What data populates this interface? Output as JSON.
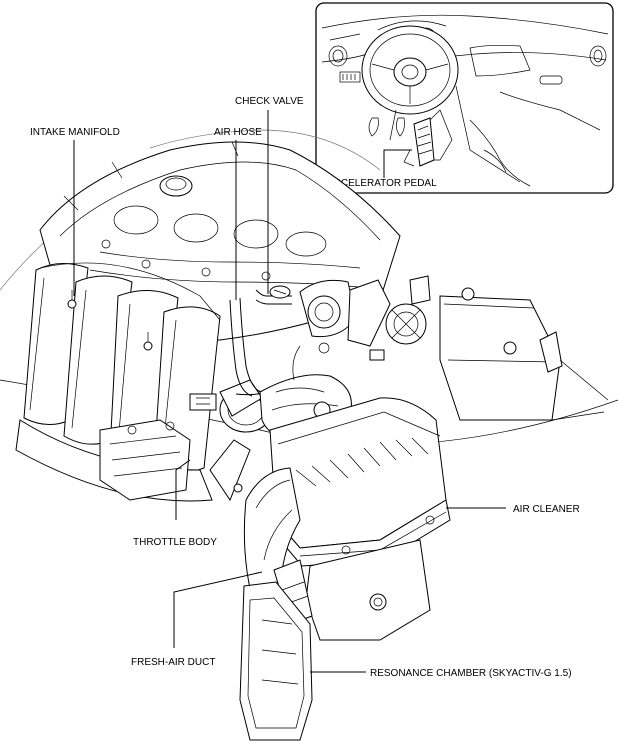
{
  "labels": {
    "check_valve": "CHECK VALVE",
    "intake_manifold": "INTAKE MANIFOLD",
    "air_hose": "AIR HOSE",
    "accelerator_pedal": "ACCELERATOR PEDAL",
    "air_cleaner": "AIR CLEANER",
    "throttle_body": "THROTTLE BODY",
    "fresh_air_duct": "FRESH-AIR DUCT",
    "resonance_chamber": "RESONANCE CHAMBER (SKYACTIV-G 1.5)"
  }
}
